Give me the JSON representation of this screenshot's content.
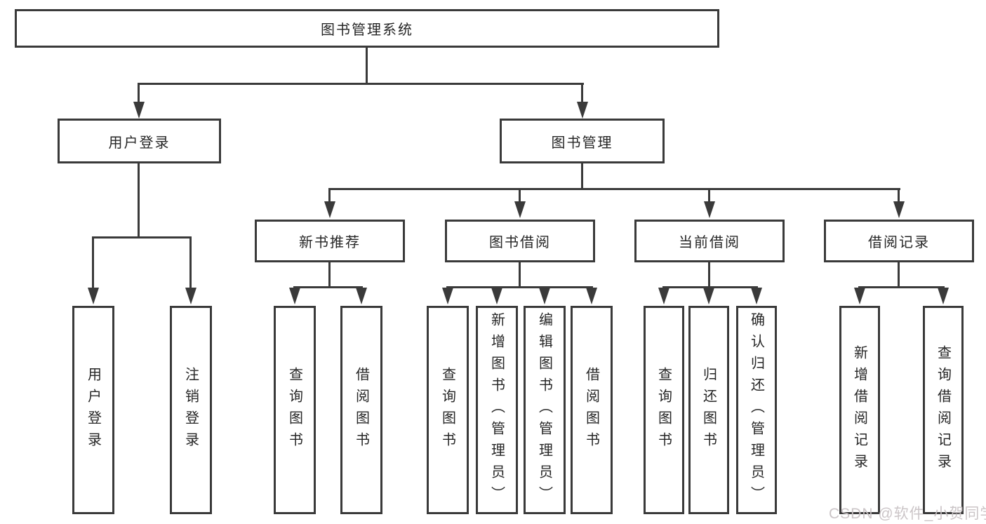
{
  "diagram": {
    "root": {
      "label": "图书管理系统"
    },
    "branches": [
      {
        "label": "用户登录",
        "children": [
          {
            "label": "用户登录"
          },
          {
            "label": "注销登录"
          }
        ]
      },
      {
        "label": "图书管理",
        "children": [
          {
            "label": "新书推荐",
            "children": [
              {
                "label": "查询图书"
              },
              {
                "label": "借阅图书"
              }
            ]
          },
          {
            "label": "图书借阅",
            "children": [
              {
                "label": "查询图书"
              },
              {
                "label": "新增图书（管理员）"
              },
              {
                "label": "编辑图书（管理员）"
              },
              {
                "label": "借阅图书"
              }
            ]
          },
          {
            "label": "当前借阅",
            "children": [
              {
                "label": "查询图书"
              },
              {
                "label": "归还图书"
              },
              {
                "label": "确认归还（管理员）"
              }
            ]
          },
          {
            "label": "借阅记录",
            "children": [
              {
                "label": "新增借阅记录"
              },
              {
                "label": "查询借阅记录"
              }
            ]
          }
        ]
      }
    ]
  },
  "watermark": {
    "text": "CSDN @软件_小贺同学"
  },
  "colors": {
    "line": "#3a3a3a",
    "node_text": "#262626",
    "background": "#ffffff",
    "watermark_text": "#c9c2c5"
  }
}
